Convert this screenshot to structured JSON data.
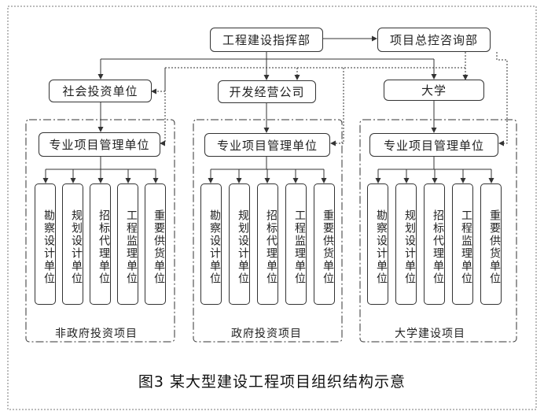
{
  "top": {
    "command": "工程建设指挥部",
    "consulting": "项目总控咨询部"
  },
  "owners": {
    "social": "社会投资单位",
    "developer": "开发经营公司",
    "university": "大学"
  },
  "pm_unit": "专业项目管理单位",
  "units": {
    "survey": "勘察设计单位",
    "planning": "规划设计单位",
    "bidding": "招标代理单位",
    "supervision": "工程监理单位",
    "supply": "重要供货单位"
  },
  "groups": {
    "non_gov": "非政府投资项目",
    "gov": "政府投资项目",
    "university": "大学建设项目"
  },
  "caption": "图3 某大型建设工程项目组织结构示意"
}
